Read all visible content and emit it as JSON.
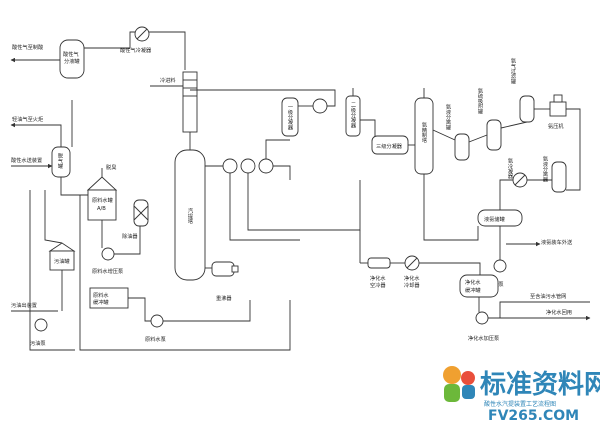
{
  "labels": {
    "acid_gas_to_sulfur": "酸性气至制酸",
    "acid_gas_sep_tank": "酸性气分液罐",
    "acid_gas_cooler": "酸性气冷凝器",
    "cold_feed": "冷进料",
    "light_oil_to_flare": "轻油气至火炬",
    "acid_water_from_unit": "酸性水送装置",
    "degas_tank": "脱气罐",
    "deodor": "脱臭",
    "raw_water_tank": "原料水罐A/B",
    "oil_remover": "除油器",
    "oil_tank": "污油罐",
    "raw_water_booster": "原料水增压泵",
    "raw_water_buffer": "原料水缓冲罐",
    "oil_out": "污油出装置",
    "oil_pump": "污油泵",
    "raw_water_pump": "原料水泵",
    "stripper": "汽提塔",
    "reboiler": "重沸器",
    "first_sep": "一级分凝器",
    "second_sep": "二级分凝器",
    "third_sep": "三级分凝器",
    "ammonia_refining": "氨精制塔",
    "ammonia_sep": "氨液分离罐",
    "ammonia_sulfide_adsorb": "氨硫吸附罐",
    "ammonia_filter": "氨气过滤罐",
    "ammonia_compressor": "氨压机",
    "ammonia_condenser": "氨冷凝器",
    "ammonia_sep2": "氨液分离器",
    "liquid_ammonia_tank": "液氨储罐",
    "liquid_ammonia_truck": "液氨装车外送",
    "liquid_ammonia_pump": "液氨泵",
    "purified_air_cooler": "净化水空冷器",
    "purified_water_cooler": "净化水冷却器",
    "purified_buffer": "净化水缓冲罐",
    "to_oily_sewer": "至含油污水管网",
    "purified_use": "净化水回用",
    "purified_booster": "净化水加压泵"
  },
  "watermark": {
    "title": "标准资料网",
    "subtitle": "酸性水汽提装置工艺流程图",
    "url": "FV265.COM"
  },
  "colors": {
    "line": "#333333",
    "watermark": "#2f86b8"
  }
}
